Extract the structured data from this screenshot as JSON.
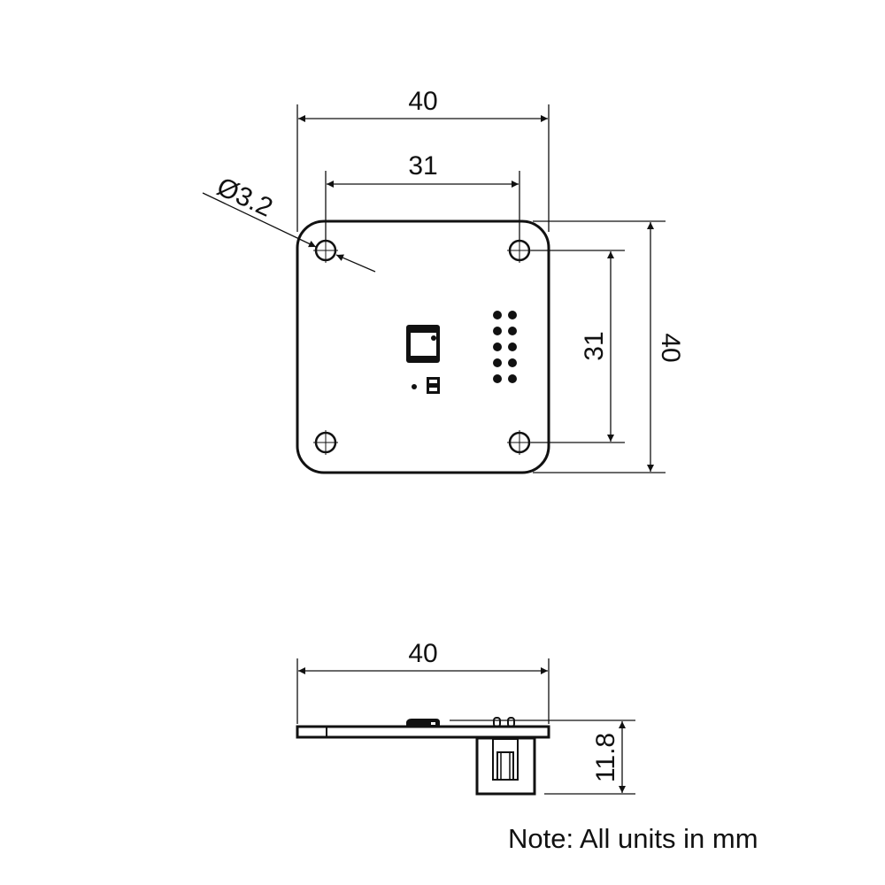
{
  "drawing": {
    "type": "mechanical dimension drawing",
    "top_view": {
      "dimensions": {
        "board_width": "40",
        "hole_spacing_x": "31",
        "hole_diameter": "Ø3.2",
        "hole_spacing_y": "31",
        "board_height": "40"
      },
      "components": [
        "mounting-hole-top-left",
        "mounting-hole-top-right",
        "mounting-hole-bottom-left",
        "mounting-hole-bottom-right",
        "ic-chip",
        "pin-header-2x5",
        "smd-component",
        "led"
      ]
    },
    "side_view": {
      "dimensions": {
        "board_width": "40",
        "total_height": "11.8"
      }
    },
    "note": "Note: All units in mm"
  },
  "colors": {
    "line": "#111111",
    "background": "#ffffff"
  }
}
